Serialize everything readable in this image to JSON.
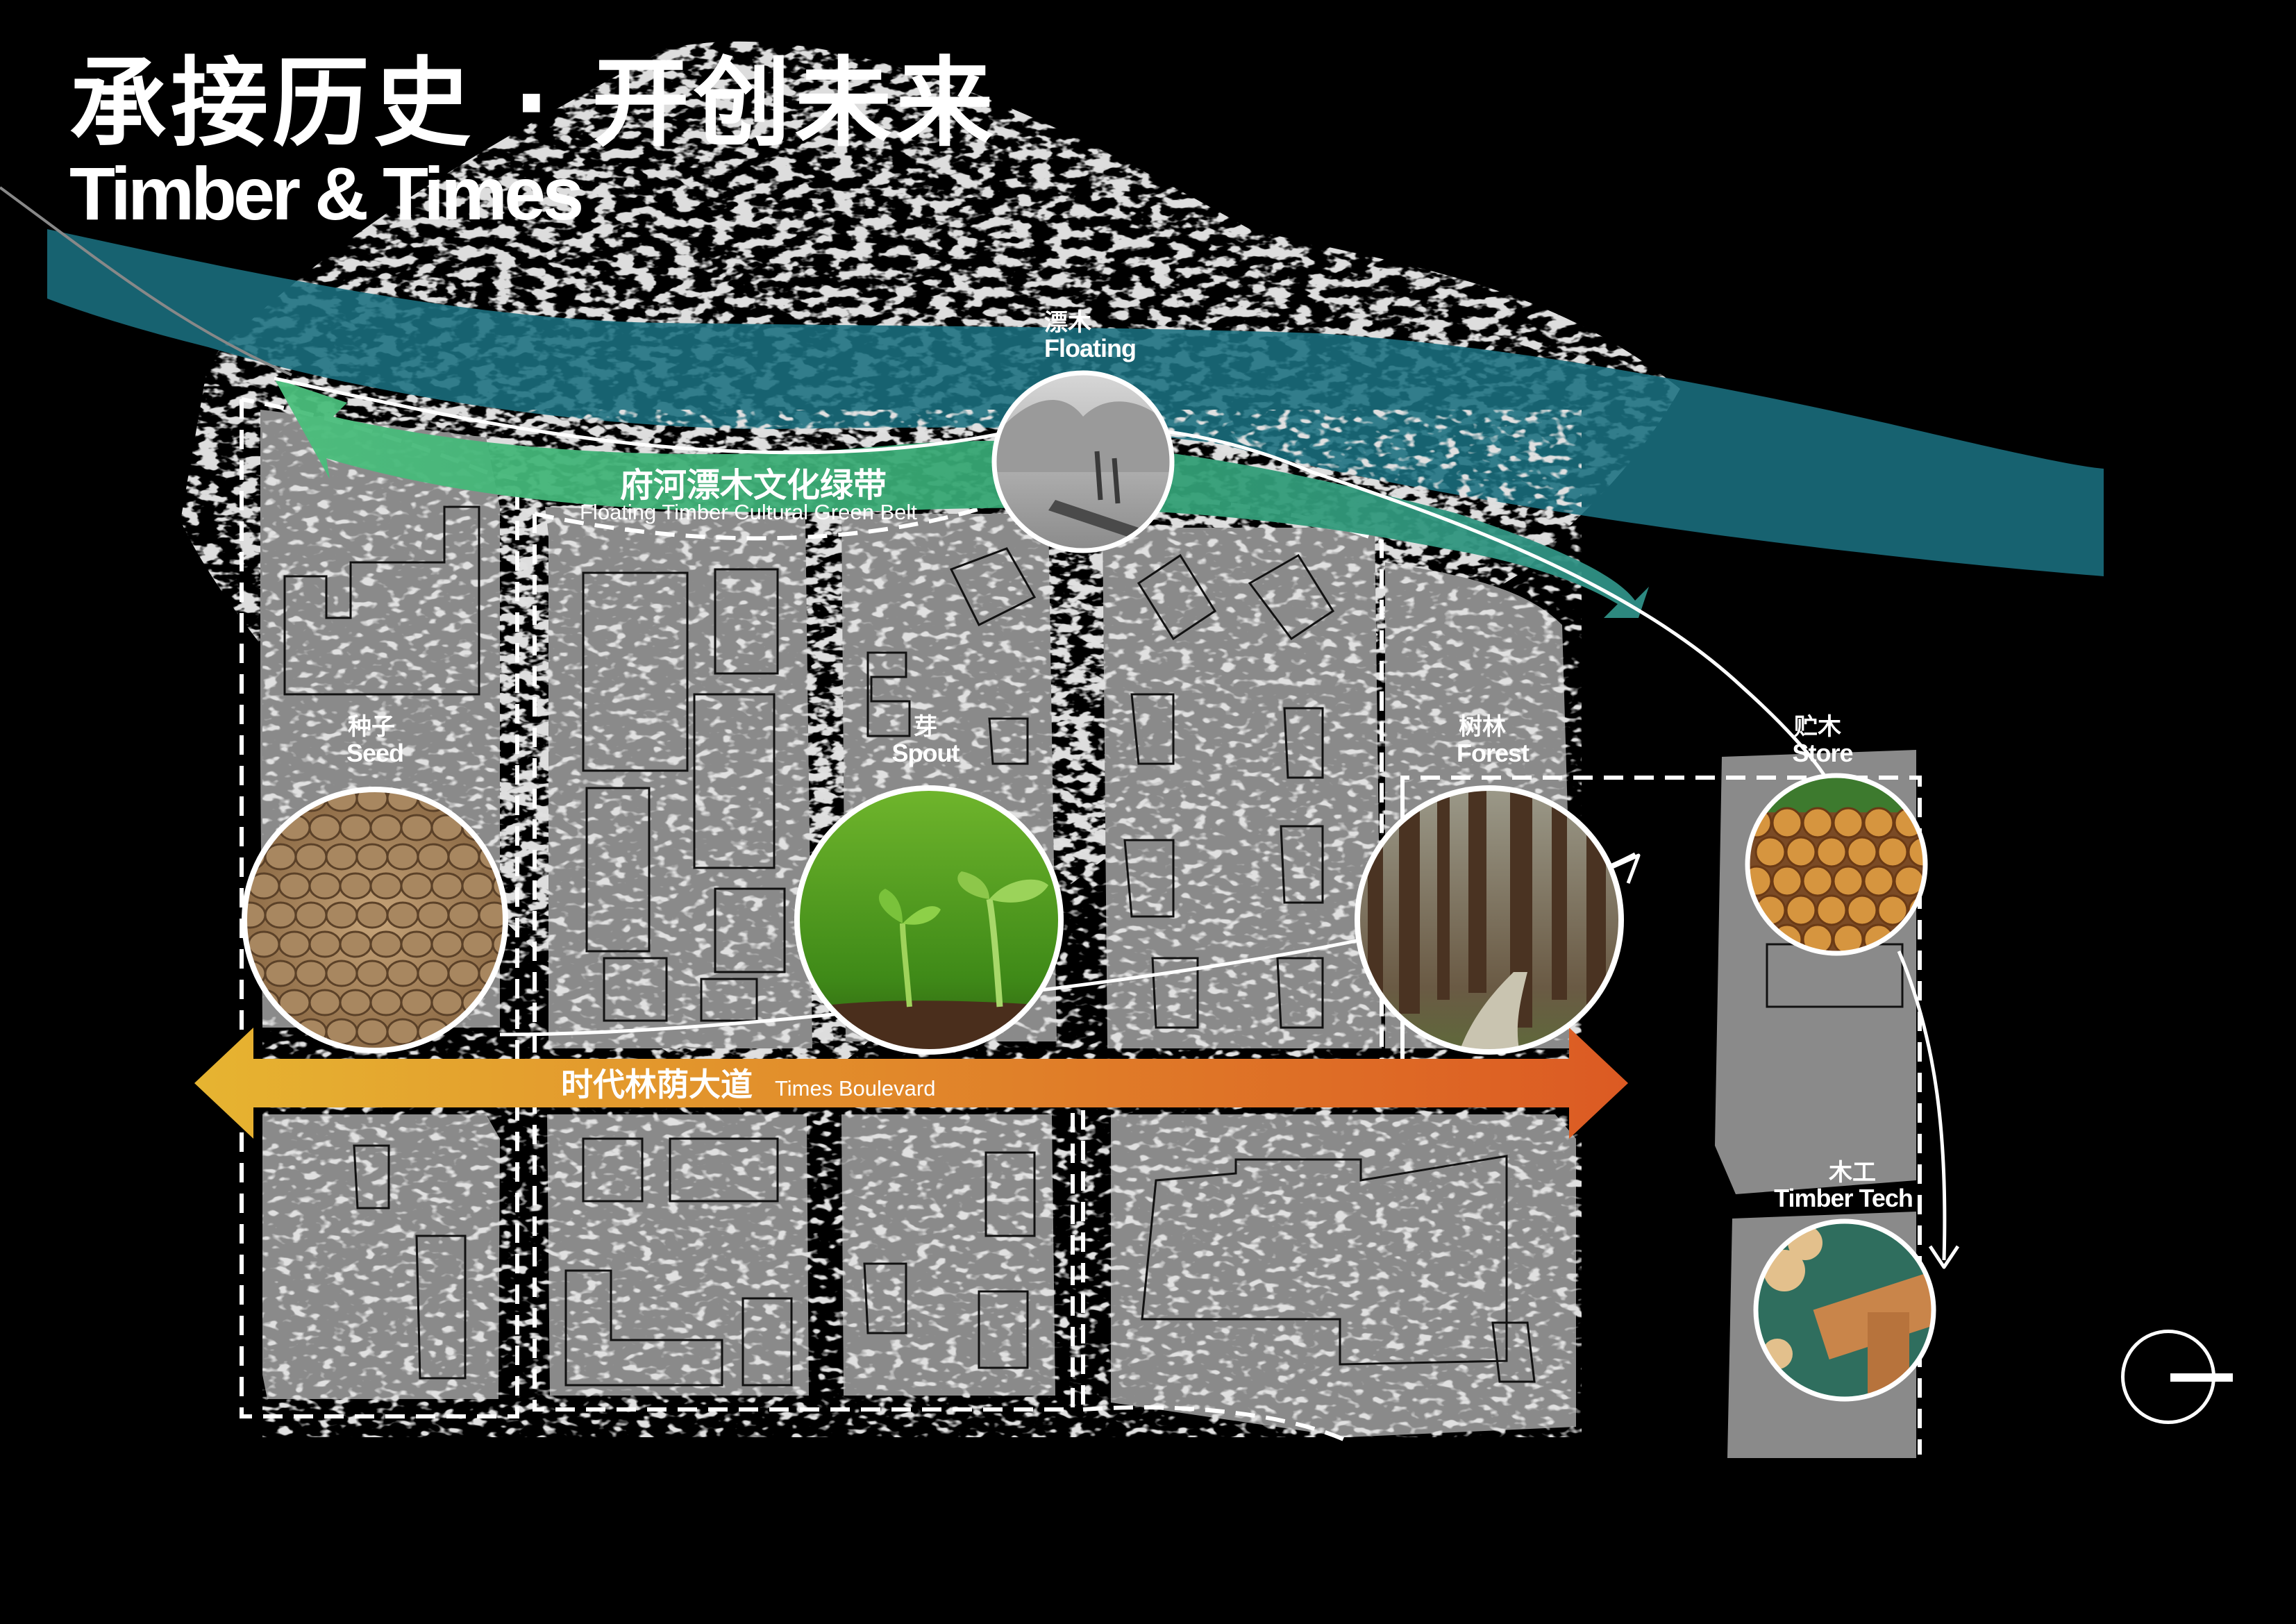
{
  "title": {
    "zh": "承接历史 · 开创未来",
    "en": "Timber & Times"
  },
  "belts": {
    "green": {
      "zh": "府河漂木文化绿带",
      "en": "Floating Timber Cultural Green Belt"
    },
    "boulevard": {
      "zh": "时代林荫大道",
      "en": "Times Boulevard"
    }
  },
  "nodes": [
    {
      "id": "floating",
      "zh": "漂木",
      "en": "Floating",
      "icon": "floating-timber-photo"
    },
    {
      "id": "seed",
      "zh": "种子",
      "en": "Seed",
      "icon": "seeds-photo"
    },
    {
      "id": "spout",
      "zh": "芽",
      "en": "Spout",
      "icon": "sprout-photo"
    },
    {
      "id": "forest",
      "zh": "树林",
      "en": "Forest",
      "icon": "forest-photo"
    },
    {
      "id": "store",
      "zh": "贮木",
      "en": "Store",
      "icon": "log-pile-photo"
    },
    {
      "id": "timber-tech",
      "zh": "木工",
      "en": "Timber Tech",
      "icon": "woodwork-photo"
    }
  ],
  "colors": {
    "river": "#1a6f80",
    "green_belt": "#3fae79",
    "boulevard_start": "#e6b431",
    "boulevard_end": "#dc5a23",
    "block": "#8a8a8a",
    "background": "#000000"
  }
}
